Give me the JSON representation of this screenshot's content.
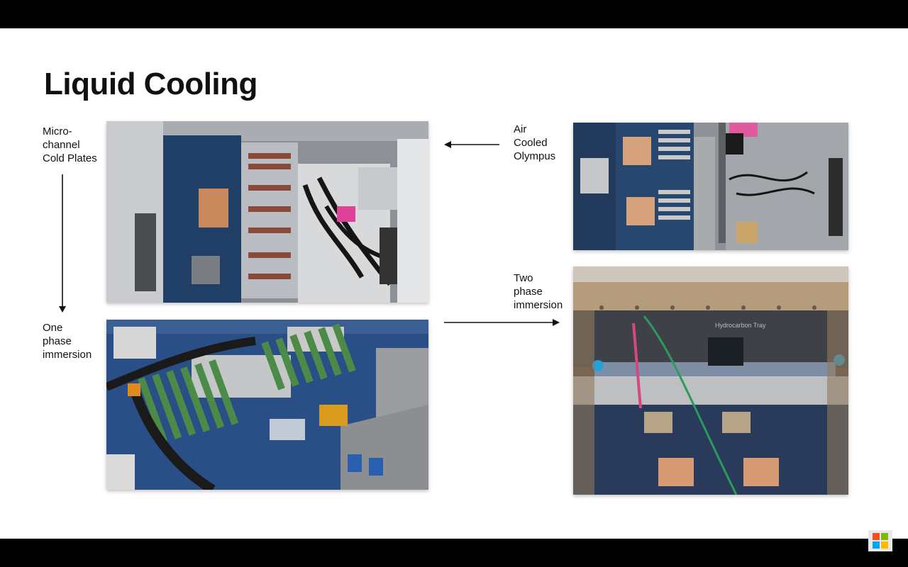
{
  "slide": {
    "title": "Liquid Cooling",
    "labels": {
      "micro_channel": [
        "Micro-",
        "channel",
        "Cold Plates"
      ],
      "one_phase": [
        "One",
        "phase",
        "immersion"
      ],
      "air_cooled": [
        "Air",
        "Cooled",
        "Olympus"
      ],
      "two_phase": [
        "Two",
        "phase",
        "immersion"
      ]
    },
    "photos": {
      "cold_plates": "server-with-cold-plates-photo",
      "one_phase": "one-phase-immersion-board-photo",
      "air_cooled": "air-cooled-olympus-server-photo",
      "two_phase": "two-phase-immersion-tank-photo"
    },
    "photo_text": {
      "tray_label": "Hydrocarbon Tray"
    }
  },
  "branding": {
    "logo_icon": "microsoft-logo-icon",
    "logo_colors": [
      "#f25022",
      "#7fba00",
      "#00a4ef",
      "#ffb900"
    ]
  }
}
